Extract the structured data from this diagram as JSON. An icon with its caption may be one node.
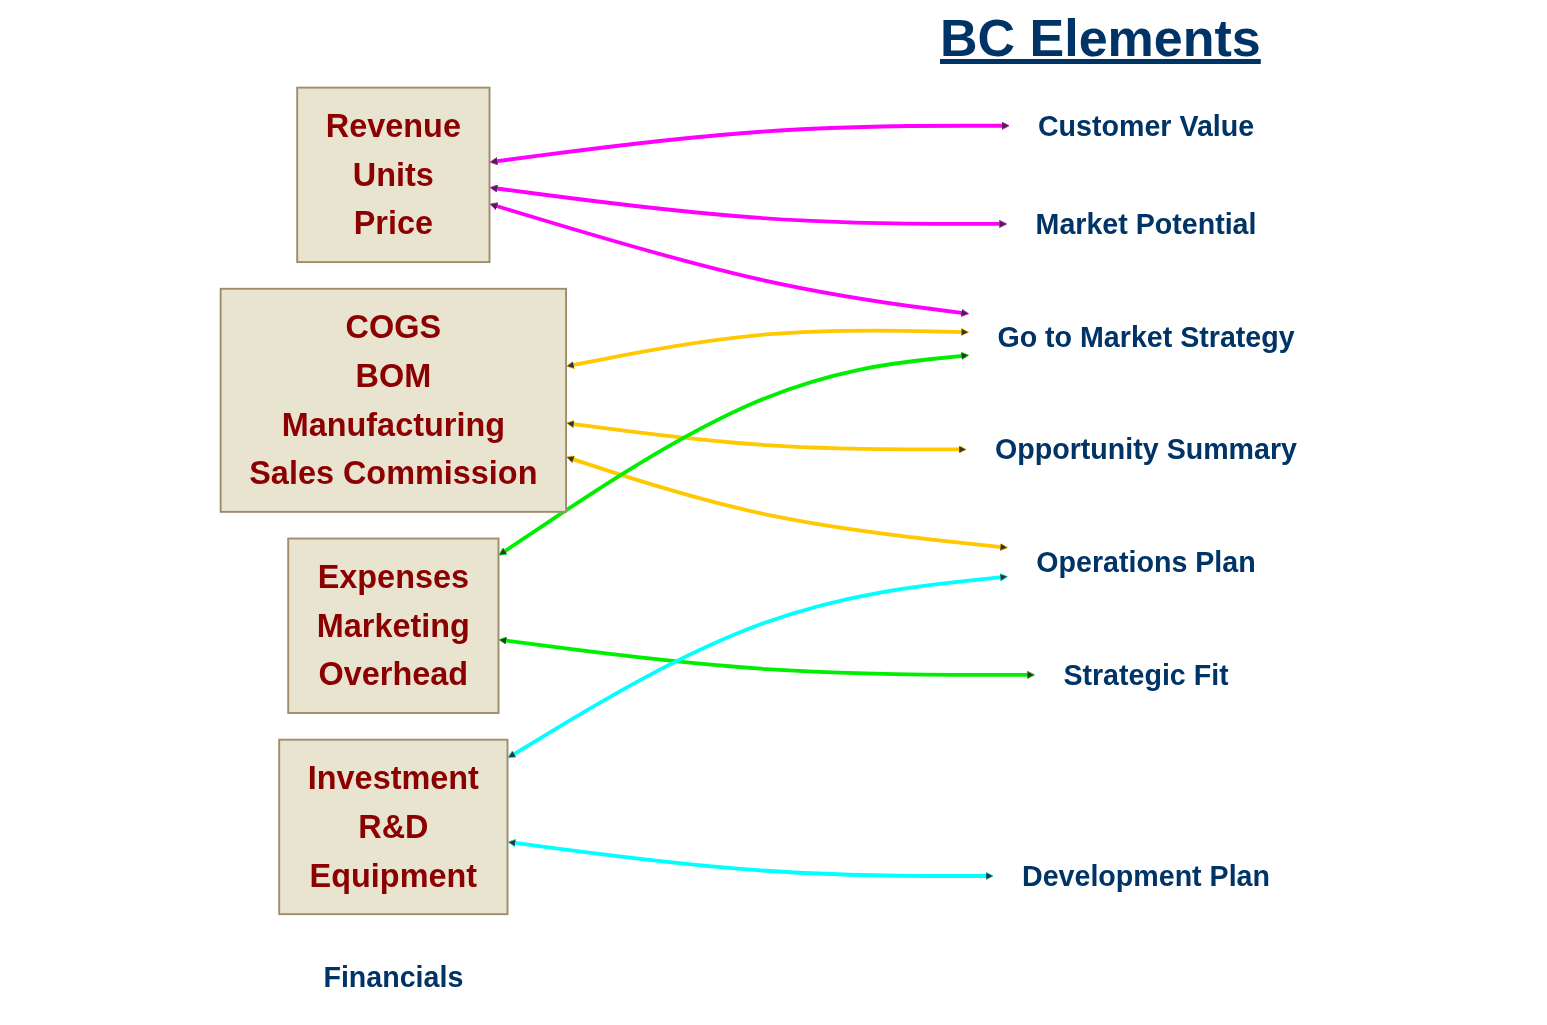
{
  "diagram": {
    "title": "BC Elements",
    "nodes": [
      {
        "text": [
          "Revenue",
          "Units",
          "Price"
        ]
      },
      {
        "text": [
          "COGS",
          "BOM",
          "Manufacturing",
          "Sales Commission"
        ]
      },
      {
        "text": [
          "Expenses",
          "Marketing",
          "Overhead"
        ]
      },
      {
        "text": [
          "Investment",
          "R&D",
          "Equipment"
        ]
      },
      {
        "text": [
          "Opportunity Summary"
        ]
      },
      {
        "text": [
          "Strategic Fit"
        ]
      },
      {
        "text": [
          "Customer Value"
        ]
      },
      {
        "text": [
          "Market Potential"
        ]
      },
      {
        "text": [
          "Go to Market Strategy"
        ]
      },
      {
        "text": [
          "Development Plan"
        ]
      },
      {
        "text": [
          "Operations Plan"
        ]
      },
      {
        "text": [
          "Financials"
        ]
      }
    ],
    "edges": [
      {
        "from": 0,
        "to": 6,
        "arrow": "both",
        "color": "#ff00ff"
      },
      {
        "from": 0,
        "to": 7,
        "arrow": "both",
        "color": "#ff00ff"
      },
      {
        "from": 0,
        "to": 8,
        "arrow": "both",
        "color": "#ff00ff"
      },
      {
        "from": 1,
        "to": 4,
        "arrow": "both",
        "color": "#ffc800"
      },
      {
        "from": 1,
        "to": 8,
        "arrow": "both",
        "color": "#ffc800"
      },
      {
        "from": 1,
        "to": 10,
        "arrow": "both",
        "color": "#ffc800"
      },
      {
        "from": 2,
        "to": 5,
        "arrow": "both",
        "color": "#00ee00"
      },
      {
        "from": 2,
        "to": 8,
        "arrow": "both",
        "color": "#00ee00"
      },
      {
        "from": 3,
        "to": 9,
        "arrow": "both",
        "color": "#00ffff"
      },
      {
        "from": 3,
        "to": 10,
        "arrow": "both",
        "color": "#00ffff"
      }
    ]
  }
}
